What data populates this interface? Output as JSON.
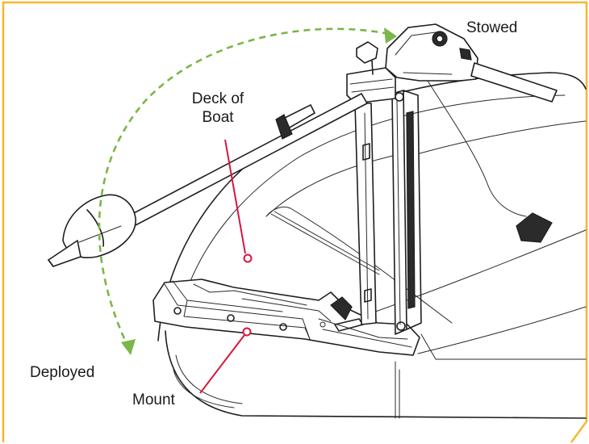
{
  "labels": {
    "stowed": "Stowed",
    "deck_line1": "Deck of",
    "deck_line2": "Boat",
    "deployed": "Deployed",
    "mount": "Mount"
  },
  "colors": {
    "frame": "#f5b82e",
    "callout": "#d6163e",
    "arrow": "#7ab648",
    "line_art": "#1e1e1e"
  },
  "icons": {
    "arrow": "dashed-arc-arrow",
    "callout": "leader-line-with-circle"
  }
}
